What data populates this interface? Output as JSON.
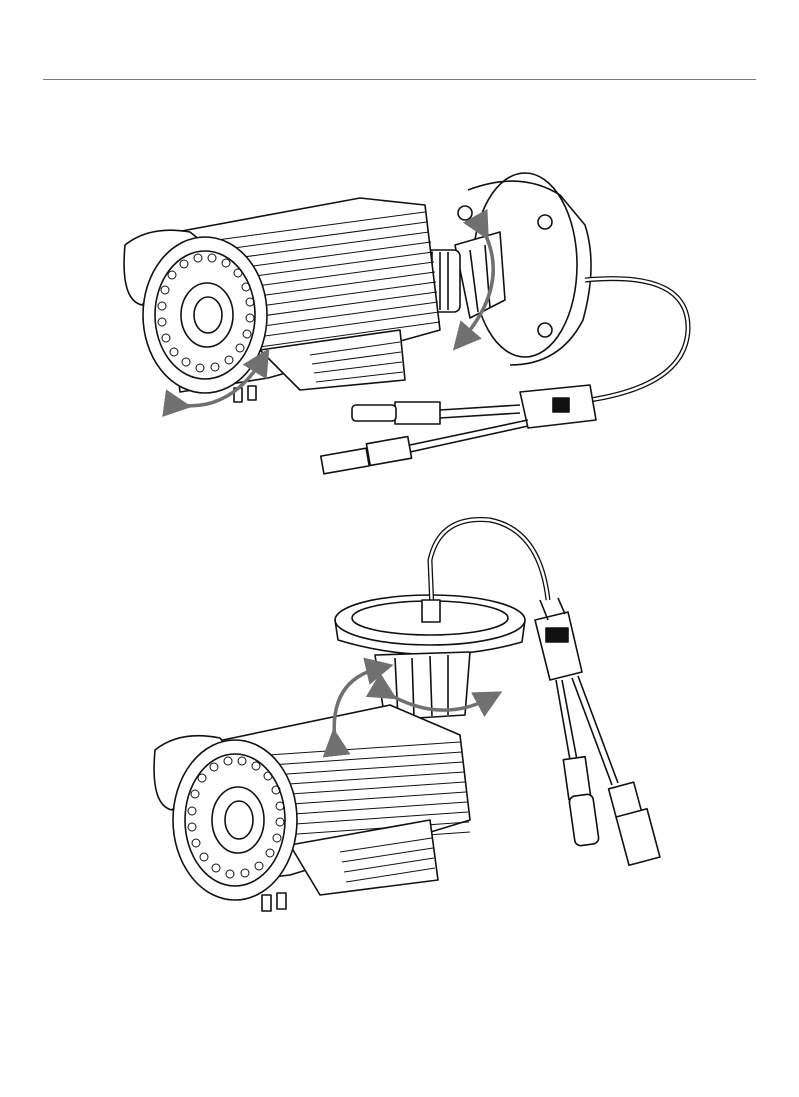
{
  "document": {
    "figures": [
      {
        "id": "wall-mount",
        "icon": "bullet-camera-wall-mount-illustration"
      },
      {
        "id": "ceiling-mount",
        "icon": "bullet-camera-ceiling-mount-illustration"
      }
    ],
    "colors": {
      "line": "#111111",
      "arrow": "#707070",
      "rule": "#7a7a7a"
    }
  }
}
